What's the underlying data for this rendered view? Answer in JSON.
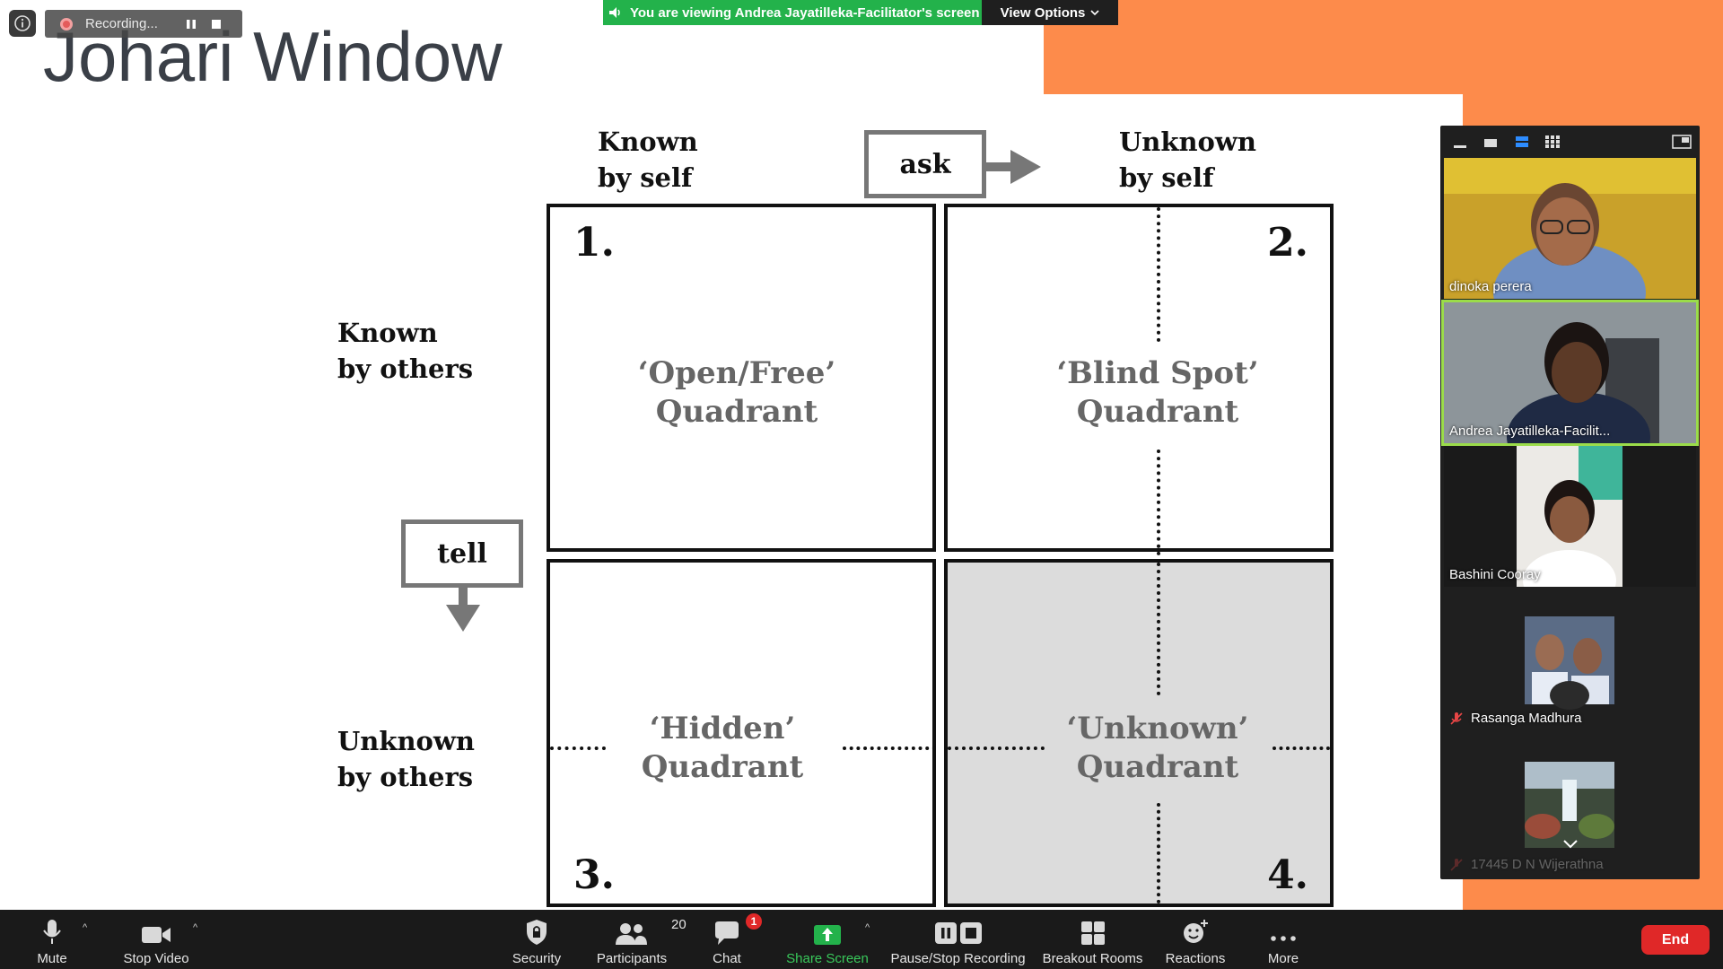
{
  "slide": {
    "title": "Johari Window",
    "col_known": [
      "Known",
      "by self"
    ],
    "col_unknown": [
      "Unknown",
      "by self"
    ],
    "row_known": [
      "Known",
      "by others"
    ],
    "row_unknown": [
      "Unknown",
      "by others"
    ],
    "ask_label": "ask",
    "tell_label": "tell",
    "quadrants": [
      {
        "num": "1.",
        "name": [
          "‘Open/Free’",
          "Quadrant"
        ]
      },
      {
        "num": "2.",
        "name": [
          "‘Blind Spot’",
          "Quadrant"
        ]
      },
      {
        "num": "3.",
        "name": [
          "‘Hidden’",
          "Quadrant"
        ]
      },
      {
        "num": "4.",
        "name": [
          "‘Unknown’",
          "Quadrant"
        ]
      }
    ]
  },
  "recording": {
    "label": "Recording..."
  },
  "banner": {
    "viewing_text": "You are viewing Andrea Jayatilleka-Facilitator's screen",
    "view_options": "View Options"
  },
  "gallery": {
    "participants": [
      {
        "name": "dinoka perera"
      },
      {
        "name": "Andrea Jayatilleka-Facilit..."
      },
      {
        "name": "Bashini Cooray"
      },
      {
        "name": "Rasanga Madhura",
        "muted": true
      },
      {
        "name": "17445 D N Wijerathna",
        "muted": true
      }
    ]
  },
  "toolbar": {
    "mute": "Mute",
    "stop_video": "Stop Video",
    "security": "Security",
    "participants": "Participants",
    "participants_count": "20",
    "chat": "Chat",
    "chat_badge": "1",
    "share_screen": "Share Screen",
    "pause_stop_recording": "Pause/Stop Recording",
    "breakout_rooms": "Breakout Rooms",
    "reactions": "Reactions",
    "more": "More",
    "end": "End"
  },
  "colors": {
    "accent_orange": "#fd8b4b",
    "banner_green": "#23b24b",
    "end_red": "#e02828",
    "active_tile": "#9bdc4a"
  }
}
